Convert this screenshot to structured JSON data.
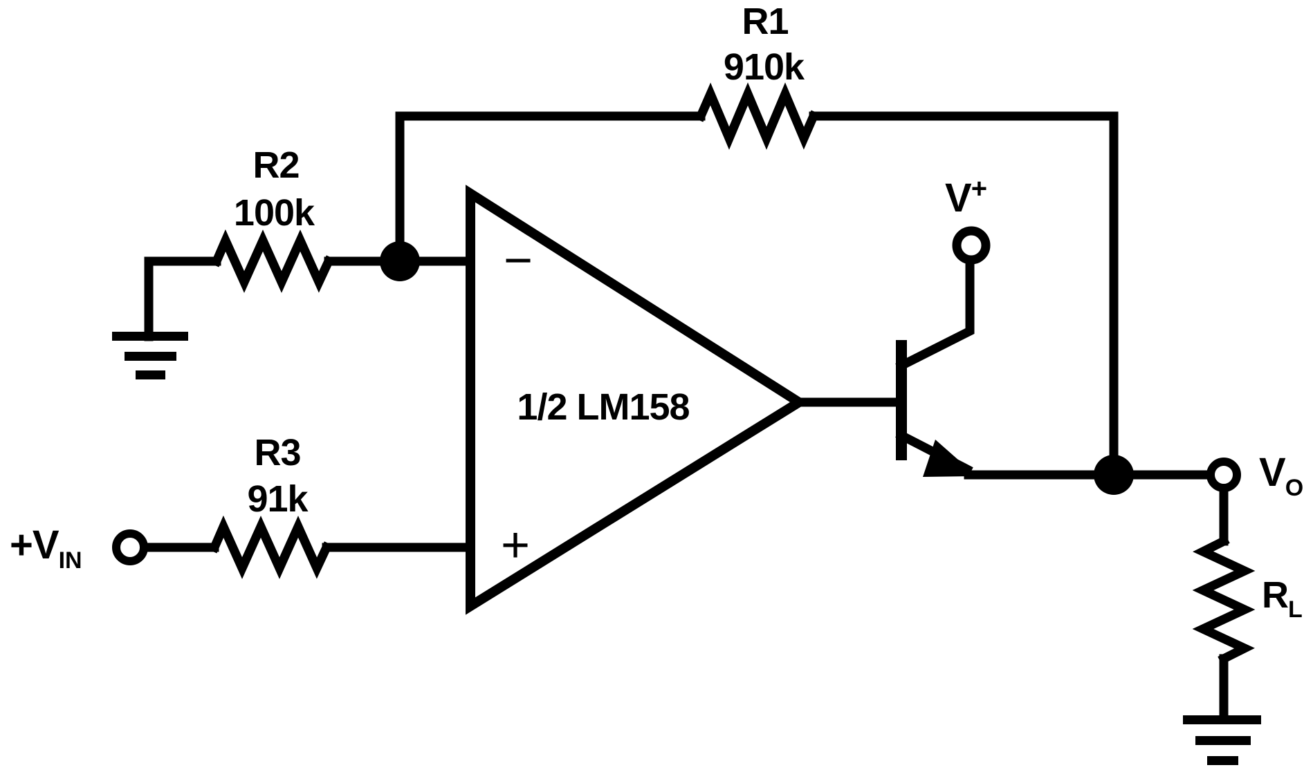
{
  "palette": {
    "background": "#ffffff",
    "ink": "#000000"
  },
  "opamp": {
    "label": "1/2 LM158",
    "inverting_input_symbol": "−",
    "noninverting_input_symbol": "+"
  },
  "resistors": {
    "r1": {
      "name": "R1",
      "value": "910k"
    },
    "r2": {
      "name": "R2",
      "value": "100k"
    },
    "r3": {
      "name": "R3",
      "value": "91k"
    },
    "rl": {
      "name": "R",
      "subscript": "L"
    }
  },
  "terminals": {
    "input": {
      "label": "+V",
      "subscript": "IN"
    },
    "supply": {
      "label": "V",
      "superscript": "+"
    },
    "output": {
      "label": "V",
      "subscript": "O"
    }
  }
}
